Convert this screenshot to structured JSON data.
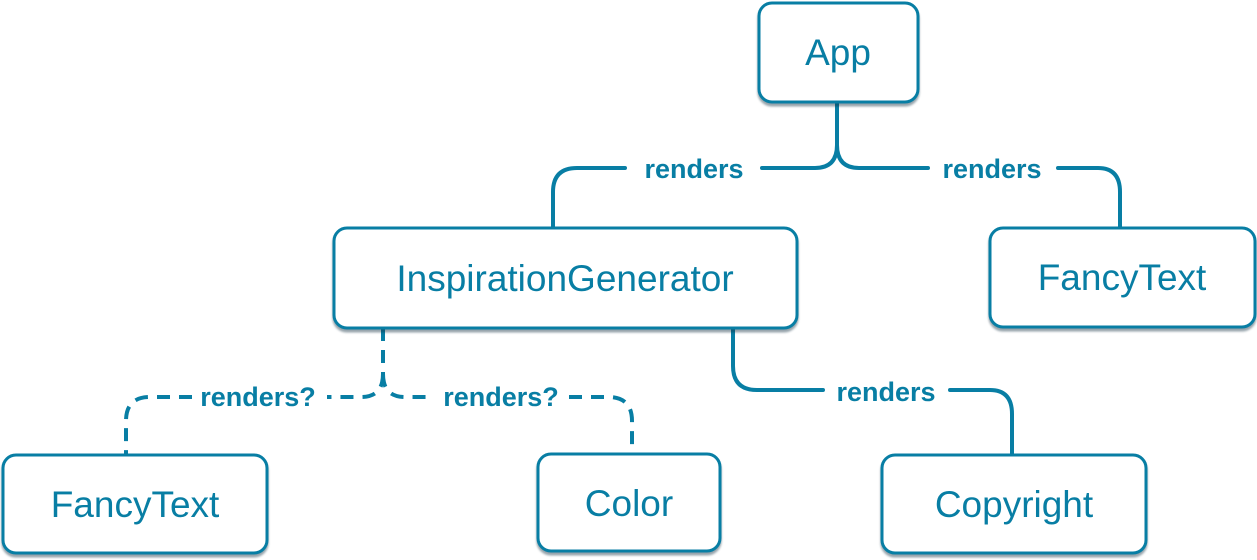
{
  "colors": {
    "accent": "#087ea4",
    "node_fill": "#ffffff",
    "node_shadow": "rgba(22,52,68,0.45)"
  },
  "nodes": [
    {
      "id": "app",
      "label": "App"
    },
    {
      "id": "inspiration-generator",
      "label": "InspirationGenerator"
    },
    {
      "id": "fancy-text-top",
      "label": "FancyText"
    },
    {
      "id": "fancy-text-bottom",
      "label": "FancyText"
    },
    {
      "id": "color",
      "label": "Color"
    },
    {
      "id": "copyright",
      "label": "Copyright"
    }
  ],
  "edges": [
    {
      "from": "app",
      "to": "inspiration-generator",
      "label": "renders",
      "style": "solid"
    },
    {
      "from": "app",
      "to": "fancy-text-top",
      "label": "renders",
      "style": "solid"
    },
    {
      "from": "inspiration-generator",
      "to": "fancy-text-bottom",
      "label": "renders?",
      "style": "dashed"
    },
    {
      "from": "inspiration-generator",
      "to": "color",
      "label": "renders?",
      "style": "dashed"
    },
    {
      "from": "inspiration-generator",
      "to": "copyright",
      "label": "renders",
      "style": "solid"
    }
  ]
}
